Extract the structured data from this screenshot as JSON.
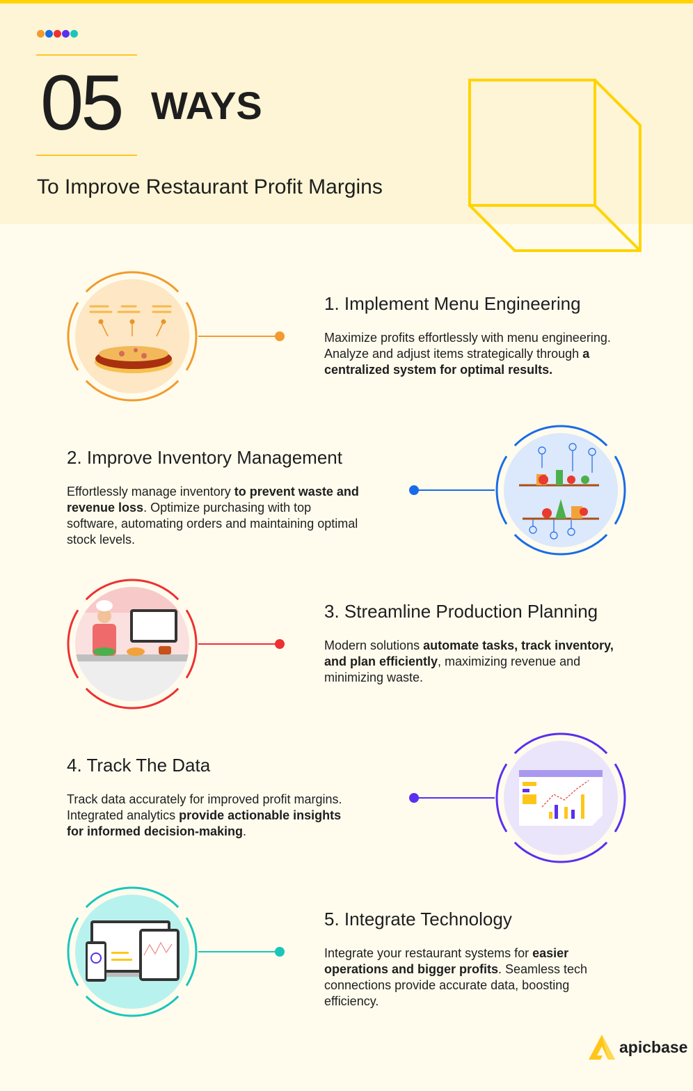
{
  "header": {
    "dot_colors": [
      "#f29b2e",
      "#1a6be8",
      "#ef3030",
      "#5a2ff0",
      "#19c6b9"
    ],
    "number": "05",
    "word": "WAYS",
    "subtitle": "To Improve Restaurant Profit Margins"
  },
  "colors": {
    "accent_yellow": "#ffd400",
    "hero_bg": "#fdf5d5",
    "page_bg": "#fffcee"
  },
  "items": [
    {
      "title": "1. Implement Menu Engineering",
      "color": "#f29b2e",
      "icon": "pizza-menu-icon",
      "body": [
        {
          "t": "Maximize profits effortlessly with menu engineering. Analyze and adjust items strategically through "
        },
        {
          "t": "a centralized system for optimal results.",
          "b": true
        }
      ]
    },
    {
      "title": "2. Improve Inventory Management",
      "color": "#1a6be8",
      "icon": "inventory-shelves-icon",
      "body": [
        {
          "t": "Effortlessly manage inventory "
        },
        {
          "t": "to prevent waste and revenue loss",
          "b": true
        },
        {
          "t": ". Optimize purchasing with top software, automating orders and maintaining optimal stock levels."
        }
      ]
    },
    {
      "title": "3. Streamline Production Planning",
      "color": "#ef3030",
      "icon": "chef-planning-icon",
      "body": [
        {
          "t": "Modern solutions "
        },
        {
          "t": "automate tasks, track inventory, and plan efficiently",
          "b": true
        },
        {
          "t": ", maximizing revenue and minimizing waste."
        }
      ]
    },
    {
      "title": "4. Track The Data",
      "color": "#5a2ff0",
      "icon": "analytics-dashboard-icon",
      "body": [
        {
          "t": "Track data accurately for improved profit margins. Integrated analytics "
        },
        {
          "t": "provide actionable insights for informed decision-making",
          "b": true
        },
        {
          "t": "."
        }
      ]
    },
    {
      "title": "5. Integrate Technology",
      "color": "#19c6b9",
      "icon": "devices-icon",
      "body": [
        {
          "t": "Integrate your restaurant systems for "
        },
        {
          "t": "easier operations and bigger profits",
          "b": true
        },
        {
          "t": ". Seamless tech connections provide accurate data, boosting efficiency."
        }
      ]
    }
  ],
  "brand": {
    "name": "apicbase"
  }
}
